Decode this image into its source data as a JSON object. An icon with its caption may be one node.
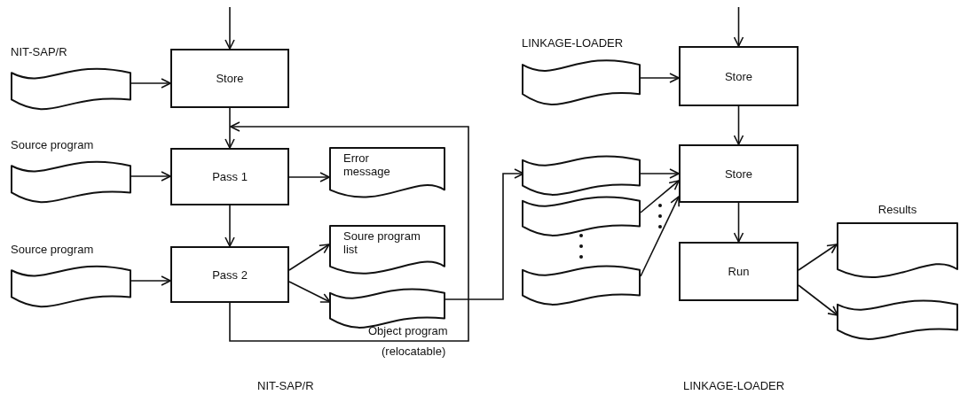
{
  "diagram": {
    "nodes": [
      {
        "text": [
          "NIT-SAP/R"
        ]
      },
      {
        "text": [
          "Store"
        ]
      },
      {
        "text": [
          "Source program"
        ]
      },
      {
        "text": [
          "Pass 1"
        ]
      },
      {
        "text": [
          "Error message"
        ]
      },
      {
        "text": [
          "Source program"
        ]
      },
      {
        "text": [
          "Pass 2"
        ]
      },
      {
        "text": [
          "Soure program list"
        ]
      },
      {
        "text": [],
        "shape": "tape",
        "beside": [
          "Object program",
          "(relocatable)"
        ]
      },
      {
        "text": [
          "LINKAGE-LOADER"
        ]
      },
      {
        "text": [
          "Store"
        ]
      },
      {
        "text": [
          "Store"
        ]
      },
      {
        "text": [],
        "shape": "tape"
      },
      {
        "text": [],
        "shape": "tape"
      },
      {
        "text": [],
        "shape": "tape"
      },
      {
        "text": [
          "Run"
        ]
      },
      {
        "text": [
          "Results"
        ]
      },
      {
        "text": [],
        "shape": "tape"
      }
    ],
    "edges": [
      {
        "from": null,
        "to": 1,
        "arrow": "to"
      },
      {
        "from": 0,
        "to": 1,
        "arrow": "to"
      },
      {
        "from": 1,
        "to": 3,
        "arrow": "to"
      },
      {
        "from": 6,
        "to": 3,
        "arrow": "to"
      },
      {
        "from": 2,
        "to": 3,
        "arrow": "to"
      },
      {
        "from": 3,
        "to": 4,
        "arrow": "to"
      },
      {
        "from": 3,
        "to": 6,
        "arrow": "to"
      },
      {
        "from": 5,
        "to": 6,
        "arrow": "to"
      },
      {
        "from": 6,
        "to": 7,
        "arrow": "to"
      },
      {
        "from": 6,
        "to": 8,
        "arrow": "to"
      },
      {
        "from": 8,
        "to": 12,
        "arrow": "to"
      },
      {
        "from": null,
        "to": 10,
        "arrow": "to"
      },
      {
        "from": 9,
        "to": 10,
        "arrow": "to"
      },
      {
        "from": 10,
        "to": 11,
        "arrow": "to"
      },
      {
        "from": 12,
        "to": 11,
        "arrow": "to"
      },
      {
        "from": 13,
        "to": 11,
        "arrow": "to"
      },
      {
        "from": 14,
        "to": 11,
        "arrow": "to"
      },
      {
        "from": 11,
        "to": 15,
        "arrow": "to"
      },
      {
        "from": 15,
        "to": 16,
        "arrow": "to"
      },
      {
        "from": 15,
        "to": 17,
        "arrow": "to"
      }
    ],
    "labels": [
      "NIT-SAP/R",
      "LINKAGE-LOADER"
    ]
  }
}
